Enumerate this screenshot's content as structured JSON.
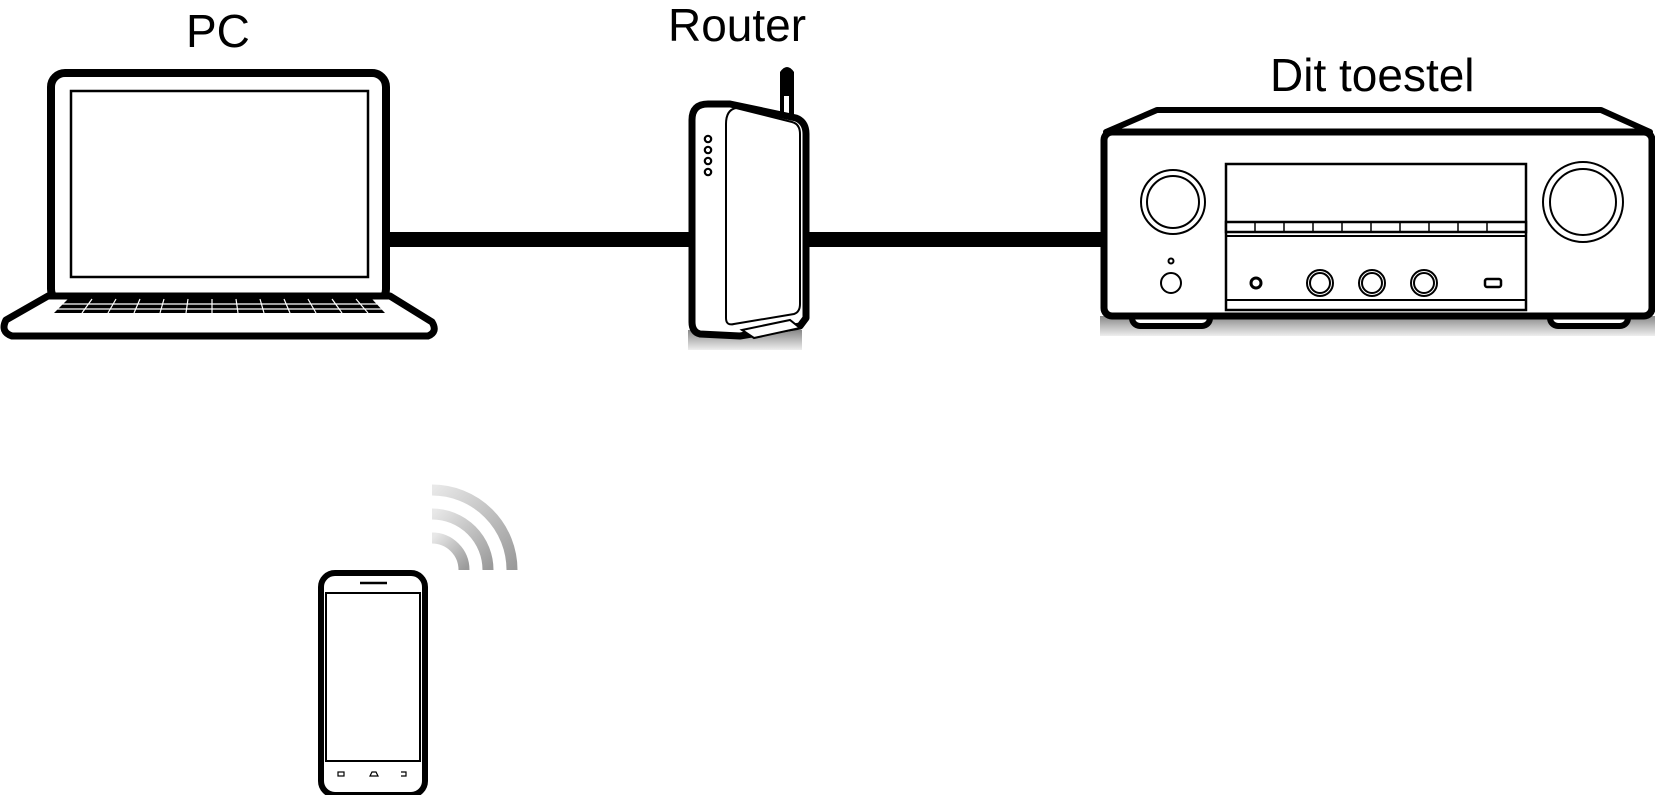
{
  "labels": {
    "pc": "PC",
    "router": "Router",
    "device": "Dit toestel"
  },
  "nodes": [
    {
      "id": "pc",
      "type": "laptop",
      "icon": "laptop-icon"
    },
    {
      "id": "router",
      "type": "wireless-router",
      "icon": "router-icon"
    },
    {
      "id": "device",
      "type": "av-receiver",
      "icon": "av-receiver-icon"
    },
    {
      "id": "phone",
      "type": "smartphone",
      "icon": "smartphone-icon"
    }
  ],
  "connections": [
    {
      "from": "pc",
      "to": "router",
      "kind": "wired"
    },
    {
      "from": "router",
      "to": "device",
      "kind": "wired"
    },
    {
      "from": "phone",
      "to": "router",
      "kind": "wireless",
      "icon": "wifi-signal-icon"
    }
  ],
  "colors": {
    "stroke": "#000000",
    "background": "#ffffff",
    "wifi": "#b0b0b0"
  }
}
